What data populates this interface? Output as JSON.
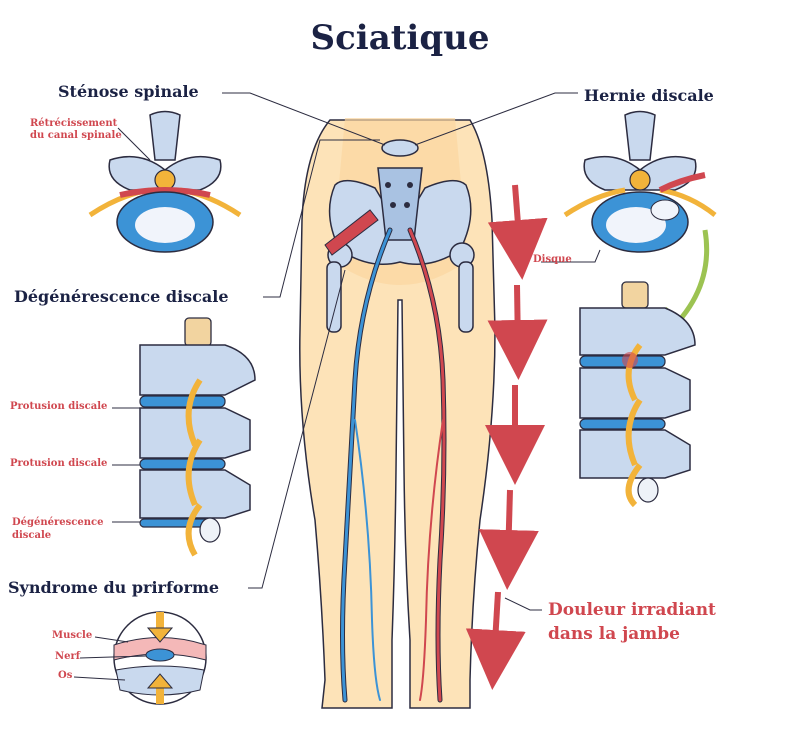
{
  "title": "Sciatique",
  "labels": {
    "stenose": "Sténose spinale",
    "hernie": "Hernie discale",
    "retrecissement": "Rétrécissement du canal spinale",
    "retrecissement_l1": "Rétrécissement",
    "retrecissement_l2": "du canal spinale",
    "disque": "Disque",
    "degenerescence": "Dégénérescence discale",
    "protusion_1": "Protusion discale",
    "protusion_2": "Protusion discale",
    "degen_small_l1": "Dégénérescence",
    "degen_small_l2": "discale",
    "syndrome": "Syndrome du prirforme",
    "muscle": "Muscle",
    "nerf": "Nerf",
    "os": "Os",
    "douleur_l1": "Douleur irradiant",
    "douleur_l2": "dans la jambe"
  },
  "colors": {
    "title": "#1b2244",
    "accent_red": "#d0474f",
    "bone": "#c9d9ee",
    "disc": "#3c93d6",
    "nerve": "#f2b33a",
    "skin": "#fde3b8",
    "arrow_green": "#9cc352"
  }
}
